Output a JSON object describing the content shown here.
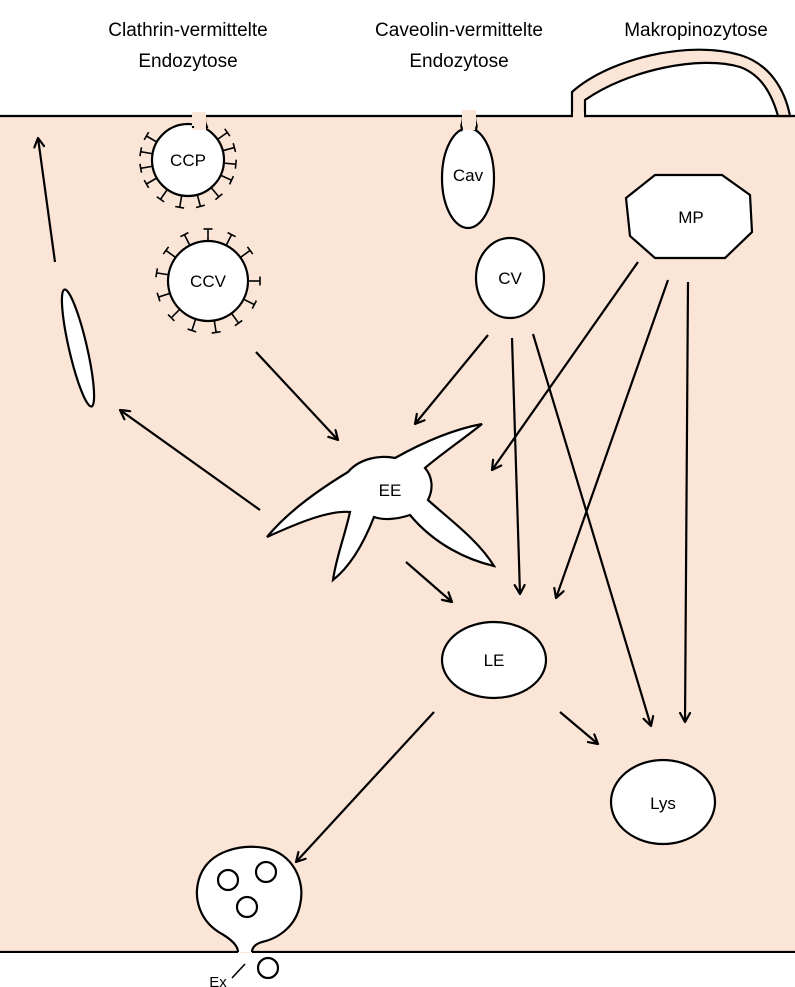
{
  "headers": {
    "clathrin_line1": "Clathrin-vermittelte",
    "clathrin_line2": "Endozytose",
    "caveolin_line1": "Caveolin-vermittelte",
    "caveolin_line2": "Endozytose",
    "macro": "Makropinozytose"
  },
  "labels": {
    "ccp": "CCP",
    "ccv": "CCV",
    "cav": "Cav",
    "cv": "CV",
    "mp": "MP",
    "ee": "EE",
    "le": "LE",
    "lys": "Lys",
    "ex": "Ex"
  },
  "colors": {
    "cytoplasm": "#FBE5D6",
    "outline": "#000000",
    "organelle_fill": "#FFFFFF"
  }
}
